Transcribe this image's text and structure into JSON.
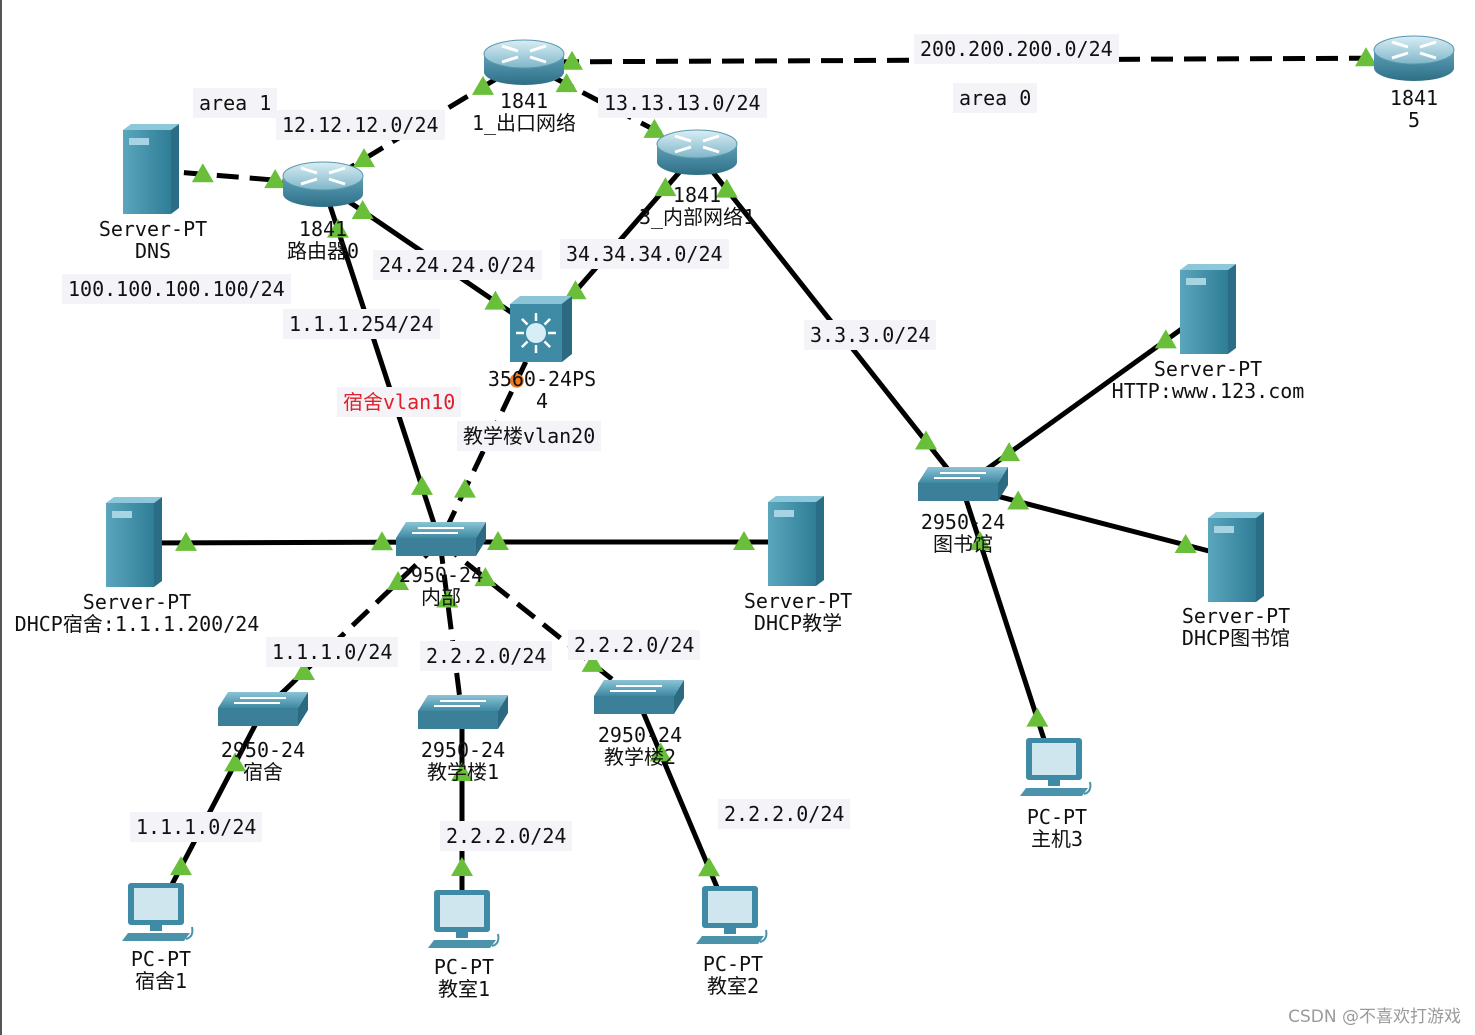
{
  "devices": [
    {
      "id": "r1",
      "type": "router",
      "model": "1841",
      "name": "1_出口网络"
    },
    {
      "id": "r5",
      "type": "router",
      "model": "1841",
      "name": "5"
    },
    {
      "id": "r0",
      "type": "router",
      "model": "1841",
      "name": "路由器0"
    },
    {
      "id": "r3",
      "type": "router",
      "model": "1841",
      "name": "3_内部网络1"
    },
    {
      "id": "dns",
      "type": "server",
      "model": "Server-PT",
      "name": "DNS"
    },
    {
      "id": "ms",
      "type": "multilayer-switch",
      "model": "3560-24PS",
      "name": "4"
    },
    {
      "id": "sw-in",
      "type": "switch",
      "model": "2950-24",
      "name": "内部"
    },
    {
      "id": "dhcp-dorm",
      "type": "server",
      "model": "Server-PT",
      "name": "DHCP宿舍:1.1.1.200/24"
    },
    {
      "id": "dhcp-teach",
      "type": "server",
      "model": "Server-PT",
      "name": "DHCP教学"
    },
    {
      "id": "sw-dorm",
      "type": "switch",
      "model": "2950-24",
      "name": "宿舍"
    },
    {
      "id": "sw-t1",
      "type": "switch",
      "model": "2950-24",
      "name": "教学楼1"
    },
    {
      "id": "sw-t2",
      "type": "switch",
      "model": "2950-24",
      "name": "教学楼2"
    },
    {
      "id": "pc-dorm",
      "type": "pc",
      "model": "PC-PT",
      "name": "宿舍1"
    },
    {
      "id": "pc-c1",
      "type": "pc",
      "model": "PC-PT",
      "name": "教室1"
    },
    {
      "id": "pc-c2",
      "type": "pc",
      "model": "PC-PT",
      "name": "教室2"
    },
    {
      "id": "sw-lib",
      "type": "switch",
      "model": "2950-24",
      "name": "图书馆"
    },
    {
      "id": "http",
      "type": "server",
      "model": "Server-PT",
      "name": "HTTP:www.123.com"
    },
    {
      "id": "dhcp-lib",
      "type": "server",
      "model": "Server-PT",
      "name": "DHCP图书馆"
    },
    {
      "id": "pc3",
      "type": "pc",
      "model": "PC-PT",
      "name": "主机3"
    }
  ],
  "links": [
    {
      "from": "r1",
      "to": "r5",
      "style": "dashed"
    },
    {
      "from": "r1",
      "to": "r0",
      "style": "dashed"
    },
    {
      "from": "r1",
      "to": "r3",
      "style": "dashed"
    },
    {
      "from": "dns",
      "to": "r0",
      "style": "dashed"
    },
    {
      "from": "r0",
      "to": "ms",
      "style": "solid"
    },
    {
      "from": "r3",
      "to": "ms",
      "style": "solid"
    },
    {
      "from": "r0",
      "to": "sw-in",
      "style": "solid"
    },
    {
      "from": "ms",
      "to": "sw-in",
      "style": "dashed"
    },
    {
      "from": "r3",
      "to": "sw-lib",
      "style": "solid"
    },
    {
      "from": "sw-in",
      "to": "dhcp-dorm",
      "style": "solid"
    },
    {
      "from": "sw-in",
      "to": "dhcp-teach",
      "style": "solid"
    },
    {
      "from": "sw-in",
      "to": "sw-dorm",
      "style": "dashed"
    },
    {
      "from": "sw-in",
      "to": "sw-t1",
      "style": "dashed"
    },
    {
      "from": "sw-in",
      "to": "sw-t2",
      "style": "dashed"
    },
    {
      "from": "sw-dorm",
      "to": "pc-dorm",
      "style": "solid"
    },
    {
      "from": "sw-t1",
      "to": "pc-c1",
      "style": "solid"
    },
    {
      "from": "sw-t2",
      "to": "pc-c2",
      "style": "solid"
    },
    {
      "from": "sw-lib",
      "to": "http",
      "style": "solid"
    },
    {
      "from": "sw-lib",
      "to": "dhcp-lib",
      "style": "solid"
    },
    {
      "from": "sw-lib",
      "to": "pc3",
      "style": "solid"
    }
  ],
  "annotations": {
    "net_200": "200.200.200.0/24",
    "area0": "area  0",
    "area1": "area  1",
    "net_12": "12.12.12.0/24",
    "net_13": "13.13.13.0/24",
    "net_24": "24.24.24.0/24",
    "net_34": "34.34.34.0/24",
    "net_100": "100.100.100.100/24",
    "net_1_254": "1.1.1.254/24",
    "net_3": "3.3.3.0/24",
    "vlan10": "宿舍vlan10",
    "vlan20": "教学楼vlan20",
    "net_1_a": "1.1.1.0/24",
    "net_1_b": "1.1.1.0/24",
    "net_2_a": "2.2.2.0/24",
    "net_2_b": "2.2.2.0/24",
    "net_2_c": "2.2.2.0/24",
    "net_2_d": "2.2.2.0/24"
  },
  "colors": {
    "link_up": "#6abf3a",
    "link_down": "#f07a1e",
    "device_teal": "#3d8ea8",
    "vlan_text": "#e0202a"
  },
  "watermark": "CSDN @不喜欢打游戏"
}
